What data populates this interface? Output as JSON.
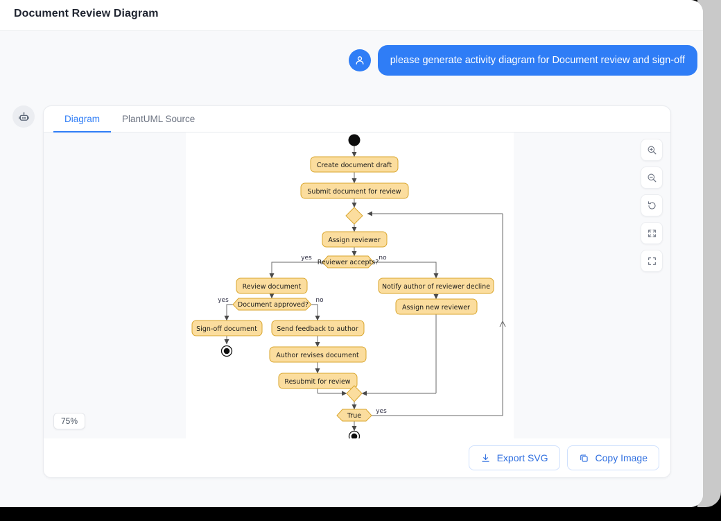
{
  "window": {
    "title": "Document Review Diagram"
  },
  "chat": {
    "user_avatar_icon": "person-icon",
    "bot_avatar_icon": "robot-icon",
    "user_message": "please generate activity diagram for Document review and sign-off"
  },
  "card": {
    "tabs": [
      {
        "label": "Diagram",
        "active": true
      },
      {
        "label": "PlantUML Source",
        "active": false
      }
    ],
    "zoom_level": "75%",
    "tools": [
      {
        "name": "zoom-in-icon",
        "title": "Zoom in"
      },
      {
        "name": "zoom-out-icon",
        "title": "Zoom out"
      },
      {
        "name": "reset-icon",
        "title": "Reset"
      },
      {
        "name": "expand-icon",
        "title": "Fit to screen"
      },
      {
        "name": "fullscreen-icon",
        "title": "Fullscreen"
      }
    ],
    "actions": [
      {
        "label": "Export SVG",
        "icon": "download-icon"
      },
      {
        "label": "Copy Image",
        "icon": "copy-icon"
      }
    ]
  },
  "colors": {
    "accent": "#2f7df6",
    "node_fill": "#fbdd9e",
    "node_stroke": "#d9a62e",
    "canvas_bg": "#f8f9fb",
    "sheet_bg": "#ffffff",
    "edge": "#6a6a6a"
  },
  "diagram": {
    "type": "uml-activity-diagram",
    "title": "Document review and sign-off",
    "nodes": [
      {
        "id": "start",
        "type": "initial-node",
        "label": ""
      },
      {
        "id": "a1",
        "type": "action",
        "label": "Create document draft"
      },
      {
        "id": "a2",
        "type": "action",
        "label": "Submit document for review"
      },
      {
        "id": "m1",
        "type": "merge",
        "label": ""
      },
      {
        "id": "a3",
        "type": "action",
        "label": "Assign reviewer"
      },
      {
        "id": "d1",
        "type": "decision",
        "label": "Reviewer accepts?"
      },
      {
        "id": "a4",
        "type": "action",
        "label": "Review document"
      },
      {
        "id": "a5",
        "type": "action",
        "label": "Notify author of reviewer decline"
      },
      {
        "id": "a6",
        "type": "action",
        "label": "Assign new reviewer"
      },
      {
        "id": "d2",
        "type": "decision",
        "label": "Document approved?"
      },
      {
        "id": "a7",
        "type": "action",
        "label": "Sign-off document"
      },
      {
        "id": "a8",
        "type": "action",
        "label": "Send feedback to author"
      },
      {
        "id": "a9",
        "type": "action",
        "label": "Author revises document"
      },
      {
        "id": "a10",
        "type": "action",
        "label": "Resubmit for review"
      },
      {
        "id": "m2",
        "type": "merge",
        "label": ""
      },
      {
        "id": "d3",
        "type": "decision",
        "label": "True"
      },
      {
        "id": "end1",
        "type": "final-node",
        "label": ""
      },
      {
        "id": "end2",
        "type": "final-node",
        "label": ""
      }
    ],
    "edges": [
      {
        "from": "start",
        "to": "a1",
        "label": ""
      },
      {
        "from": "a1",
        "to": "a2",
        "label": ""
      },
      {
        "from": "a2",
        "to": "m1",
        "label": ""
      },
      {
        "from": "m1",
        "to": "a3",
        "label": ""
      },
      {
        "from": "a3",
        "to": "d1",
        "label": ""
      },
      {
        "from": "d1",
        "to": "a4",
        "label": "yes"
      },
      {
        "from": "d1",
        "to": "a5",
        "label": "no"
      },
      {
        "from": "a4",
        "to": "d2",
        "label": ""
      },
      {
        "from": "d2",
        "to": "a7",
        "label": "yes"
      },
      {
        "from": "d2",
        "to": "a8",
        "label": "no"
      },
      {
        "from": "a7",
        "to": "end1",
        "label": ""
      },
      {
        "from": "a8",
        "to": "a9",
        "label": ""
      },
      {
        "from": "a9",
        "to": "a10",
        "label": ""
      },
      {
        "from": "a10",
        "to": "m2",
        "label": ""
      },
      {
        "from": "a5",
        "to": "a6",
        "label": ""
      },
      {
        "from": "a6",
        "to": "m2",
        "label": ""
      },
      {
        "from": "m2",
        "to": "d3",
        "label": ""
      },
      {
        "from": "d3",
        "to": "m1",
        "label": "yes"
      },
      {
        "from": "d3",
        "to": "end2",
        "label": ""
      }
    ],
    "edge_labels": [
      "yes",
      "no",
      "yes",
      "no",
      "yes"
    ]
  }
}
